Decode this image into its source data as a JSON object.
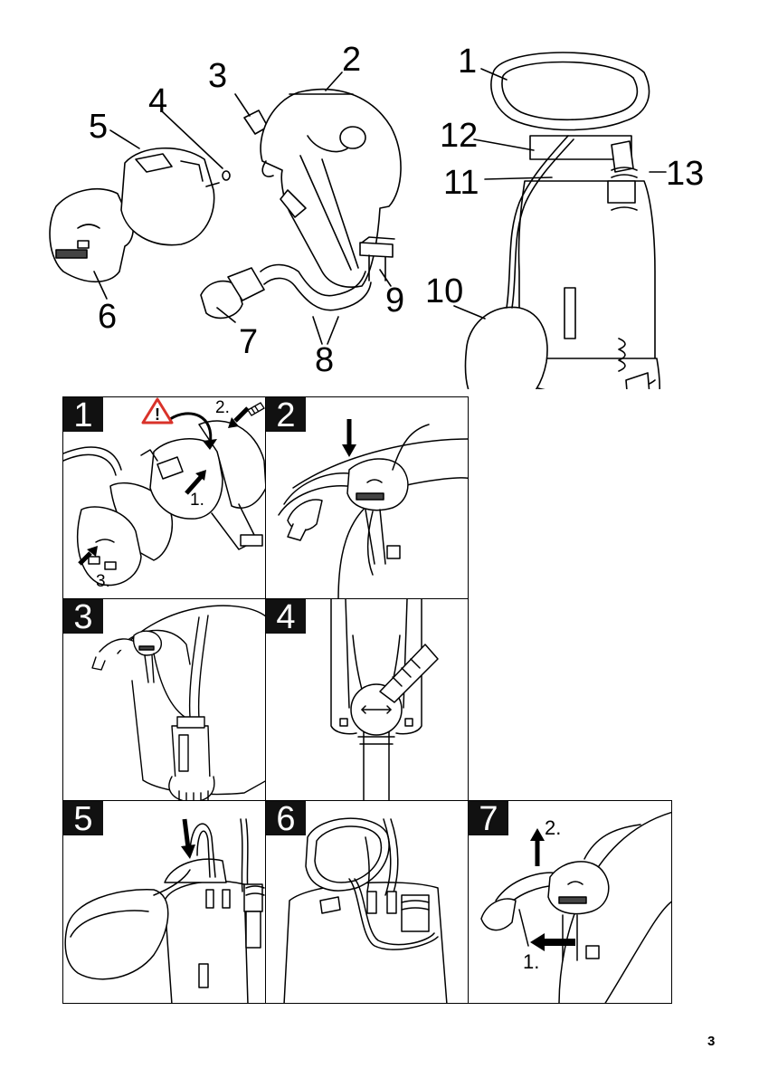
{
  "overview": {
    "callouts": [
      "1",
      "2",
      "3",
      "4",
      "5",
      "6",
      "7",
      "8",
      "9",
      "10",
      "11",
      "12",
      "13"
    ]
  },
  "steps": [
    {
      "number": "1",
      "sub_labels": [
        "1.",
        "2.",
        "3."
      ]
    },
    {
      "number": "2",
      "sub_labels": []
    },
    {
      "number": "3",
      "sub_labels": []
    },
    {
      "number": "4",
      "sub_labels": []
    },
    {
      "number": "5",
      "sub_labels": []
    },
    {
      "number": "6",
      "sub_labels": []
    },
    {
      "number": "7",
      "sub_labels": [
        "2.",
        "1."
      ]
    }
  ],
  "icons": {
    "warning": "warning-triangle-icon",
    "arrow": "arrow-icon"
  },
  "colors": {
    "warning_red": "#d9322a",
    "badge": "#111111",
    "line": "#000000"
  },
  "page_number": "3"
}
